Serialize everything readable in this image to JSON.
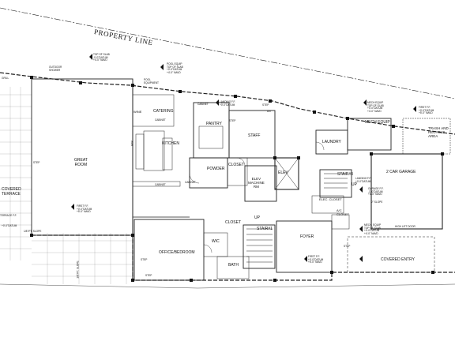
{
  "property_line": "PROPERTY LINE",
  "rooms": {
    "outdoor_shower": "OUTDOOR\nSHOWER",
    "grill": "GRILL",
    "wine": "WINE",
    "catering": "CATERING",
    "cabinet_1": "CABINET",
    "cabinet_2": "CABINET",
    "cabinet_3": "CABINET",
    "cabinet_4": "CABINET",
    "pantry": "PANTRY",
    "staff": "STAFF",
    "laundry": "LAUNDRY",
    "mech_equip": "MECH EQUIP",
    "trash_recycle": "TRASH AND\nRECYCLE\nAREA",
    "great_room": "GREAT\nROOM",
    "kitchen": "KITCHEN",
    "closet_1": "CLOSET",
    "closet_2": "CLOSET",
    "powder": "POWDER",
    "elev_machine": "ELEV\nMACHINE\nRM",
    "elev": "ELEV",
    "stair_4": "STAIR#4",
    "elec_closet": "ELEC. CLOSET",
    "two_car_garage": "2 CAR GARAGE",
    "covered_terrace": "COVERED\nTERRACE",
    "office_bedroom": "OFFICE/BEDROOM",
    "wic": "WIC",
    "bath": "BATH",
    "stair_1": "STAIR#1",
    "foyer": "FOYER",
    "covered_entry": "COVERED ENTRY",
    "pool_equipment": "POOL\nEQUIPMENT",
    "up_1": "UP",
    "up_2": "UP",
    "ac_closet": "A/C\nCLOSET"
  },
  "notes": {
    "top_of_slab_1": "TOP OF SLAB\n-0'-0\"DATUM\n+4'-0\" NAVD",
    "pool_equip_note": "POOL EQUIP\nTOP OF SLAB\n+0'-0\"DATUM\n+4'-0\" NAVD",
    "landing_ff": "LANDING F.F.\n+0'-0\"DATUM",
    "mech_equip_note": "MECH EQUIP\nTOP OF SLAB\n+0'-0\"DATUM\n+4'-0\" NAVD",
    "first_ff_1": "FIRST F.F.\n+0'-0\"DATUM\n+5'-0\" NAVD",
    "first_ff_2": "FIRST F.F.\n+0'-0\"DATUM\n+5'-0\" NAVD",
    "garage_ff": "GARAGE F.F.\n-1'-0\"DATUM\n+3'-0\" NAVD",
    "mech_equip_note_2": "MECH. EQUIP\nTOP OF SLAB\n+0'-0\"DATUM\n+4'-0\" NAVD",
    "first_ff_3": "FIRST F.F.\n+0'-0\"DATUM\n+5'-0\" NAVD",
    "landing_ff_2": "LANDING F.F.\n+0'-0\"DATUM",
    "terrace_ff": "TERRACE F.F.",
    "datum_left": "+0'-0\"DATUM",
    "slope_1": "1/8\"/FT. SLOPE",
    "slope_2": "1/8\"/FT. SLOPE",
    "slope_3": "2\" SLOPE",
    "step_1": "STEP",
    "step_2": "STEP",
    "step_3": "STEP",
    "step_4": "STEP",
    "step_5": "STEP",
    "step_6": "STEP",
    "dn": "DN",
    "high_lift_door": "HIGH LIFT DOOR",
    "bar": "BAR"
  }
}
